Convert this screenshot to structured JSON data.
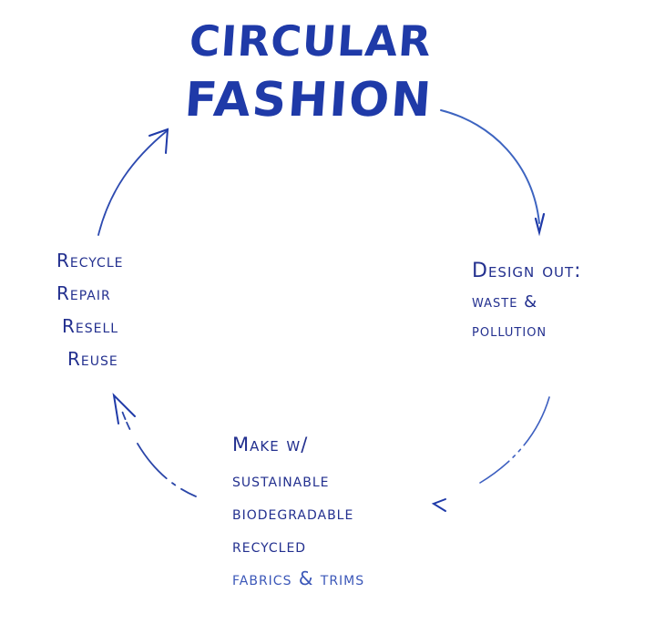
{
  "diagram": {
    "type": "cycle",
    "title": {
      "line1": "CIRCULAR",
      "line2": "FASHION"
    },
    "ink_colors": {
      "title": "#1f3aa8",
      "notes": "#23308f",
      "arrows": "#2a4bb0"
    },
    "background": "#ffffff",
    "nodes": [
      {
        "id": "design",
        "position": "right",
        "lines": [
          "Design out:",
          "waste &",
          "pollution"
        ]
      },
      {
        "id": "make",
        "position": "bottom",
        "lines": [
          "Make w/",
          "sustainable",
          "biodegradable",
          "recycled",
          "fabrics & trims"
        ]
      },
      {
        "id": "loop",
        "position": "left",
        "lines": [
          "Recycle",
          "Repair",
          "Resell",
          "Reuse"
        ]
      }
    ],
    "edges": [
      {
        "from": "title",
        "to": "design",
        "direction": "clockwise"
      },
      {
        "from": "design",
        "to": "make",
        "direction": "clockwise"
      },
      {
        "from": "make",
        "to": "loop",
        "direction": "clockwise"
      },
      {
        "from": "loop",
        "to": "title",
        "direction": "clockwise"
      }
    ]
  }
}
